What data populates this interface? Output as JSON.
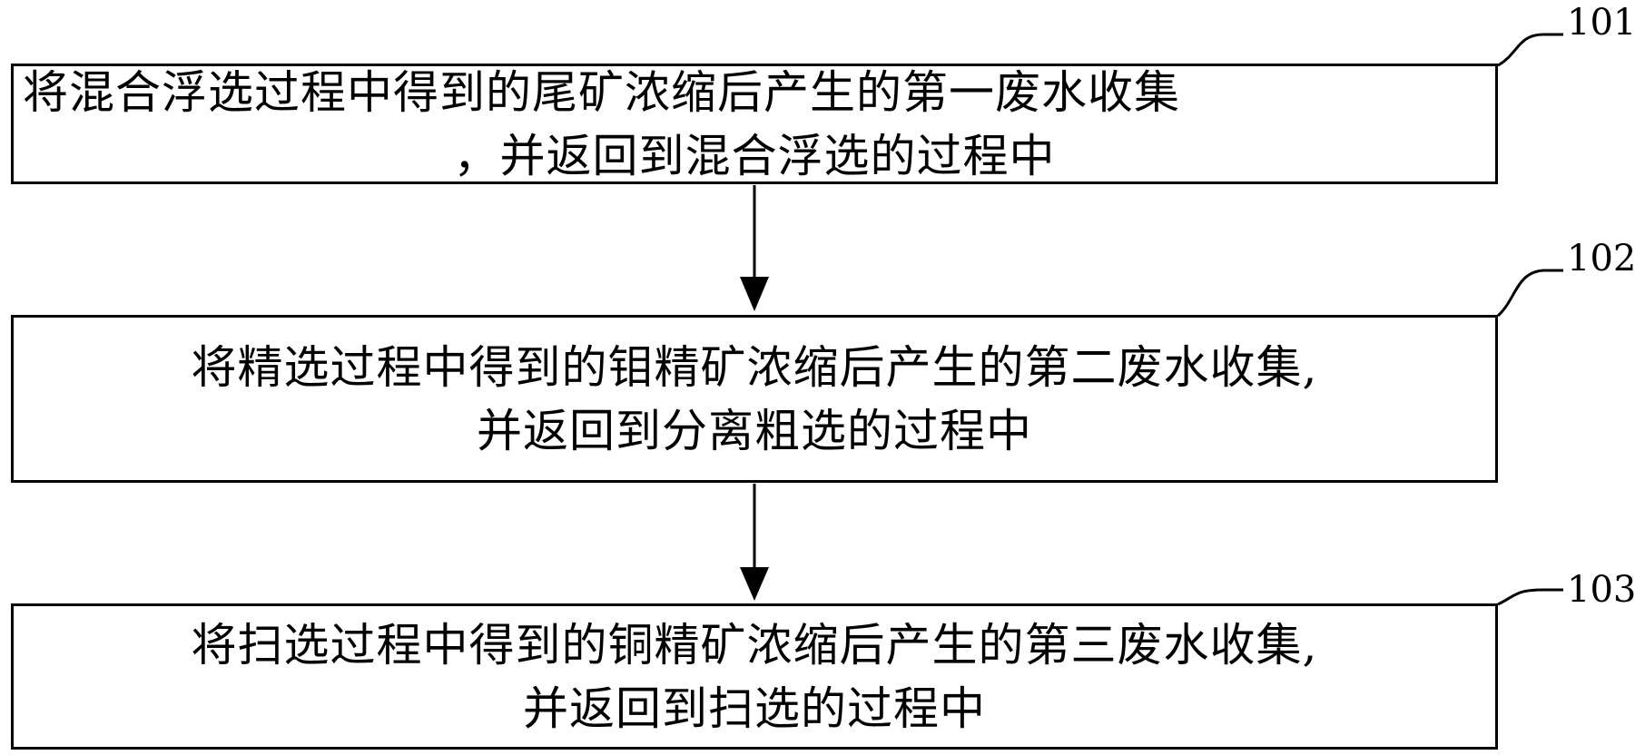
{
  "steps": [
    {
      "number": "101",
      "line1": "将混合浮选过程中得到的尾矿浓缩后产生的第一废水收集",
      "line2": "，并返回到混合浮选的过程中"
    },
    {
      "number": "102",
      "line1": "将精选过程中得到的钼精矿浓缩后产生的第二废水收集,",
      "line2": "并返回到分离粗选的过程中"
    },
    {
      "number": "103",
      "line1": "将扫选过程中得到的铜精矿浓缩后产生的第三废水收集,",
      "line2": "并返回到扫选的过程中"
    }
  ]
}
